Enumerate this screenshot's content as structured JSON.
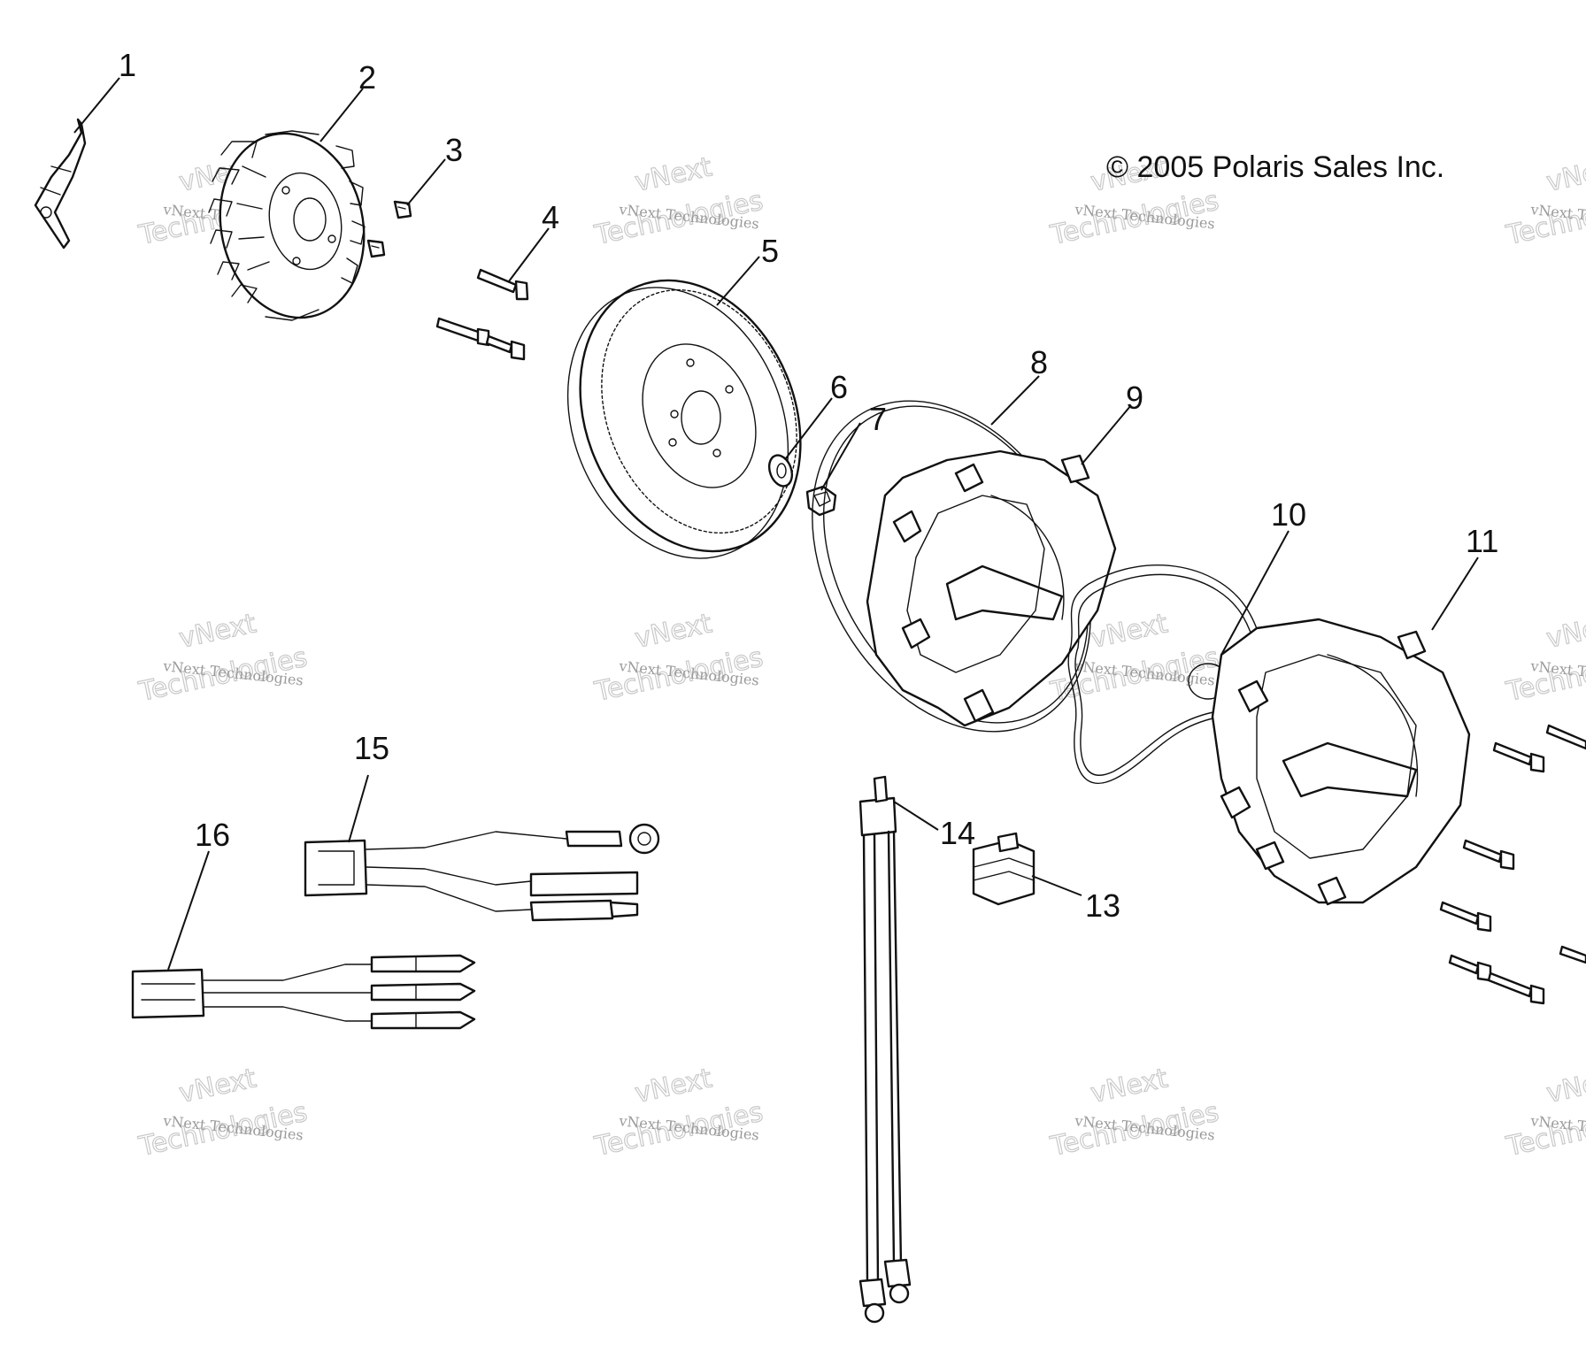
{
  "copyright": "© 2005 Polaris Sales Inc.",
  "watermark": {
    "line1": "vNext Technologies",
    "line2": "vNext",
    "line3": "Technologies"
  },
  "callouts": [
    {
      "id": "1",
      "label": "1"
    },
    {
      "id": "2",
      "label": "2"
    },
    {
      "id": "3",
      "label": "3"
    },
    {
      "id": "4",
      "label": "4"
    },
    {
      "id": "5",
      "label": "5"
    },
    {
      "id": "6",
      "label": "6"
    },
    {
      "id": "7",
      "label": "7"
    },
    {
      "id": "8",
      "label": "8"
    },
    {
      "id": "9",
      "label": "9"
    },
    {
      "id": "10",
      "label": "10"
    },
    {
      "id": "11",
      "label": "11"
    },
    {
      "id": "13",
      "label": "13"
    },
    {
      "id": "14",
      "label": "14"
    },
    {
      "id": "15",
      "label": "15"
    },
    {
      "id": "16",
      "label": "16"
    }
  ]
}
